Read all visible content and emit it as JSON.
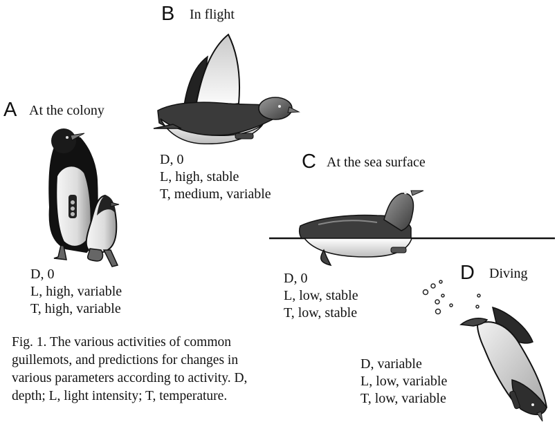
{
  "panels": [
    {
      "letter": "A",
      "title": "At the colony",
      "depth": "D, 0",
      "light": "L, high, variable",
      "temperature": "T, high, variable"
    },
    {
      "letter": "B",
      "title": "In flight",
      "depth": "D, 0",
      "light": "L, high, stable",
      "temperature": "T, medium, variable"
    },
    {
      "letter": "C",
      "title": "At the sea surface",
      "depth": "D, 0",
      "light": "L, low, stable",
      "temperature": "T, low, stable"
    },
    {
      "letter": "D",
      "title": "Diving",
      "depth": "D, variable",
      "light": "L, low, variable",
      "temperature": "T, low, variable"
    }
  ],
  "caption": {
    "lines": [
      "Fig. 1. The various activities of common",
      "guillemots, and predictions for changes in",
      "various parameters according to activity. D,",
      "depth; L, light intensity; T, temperature."
    ]
  }
}
